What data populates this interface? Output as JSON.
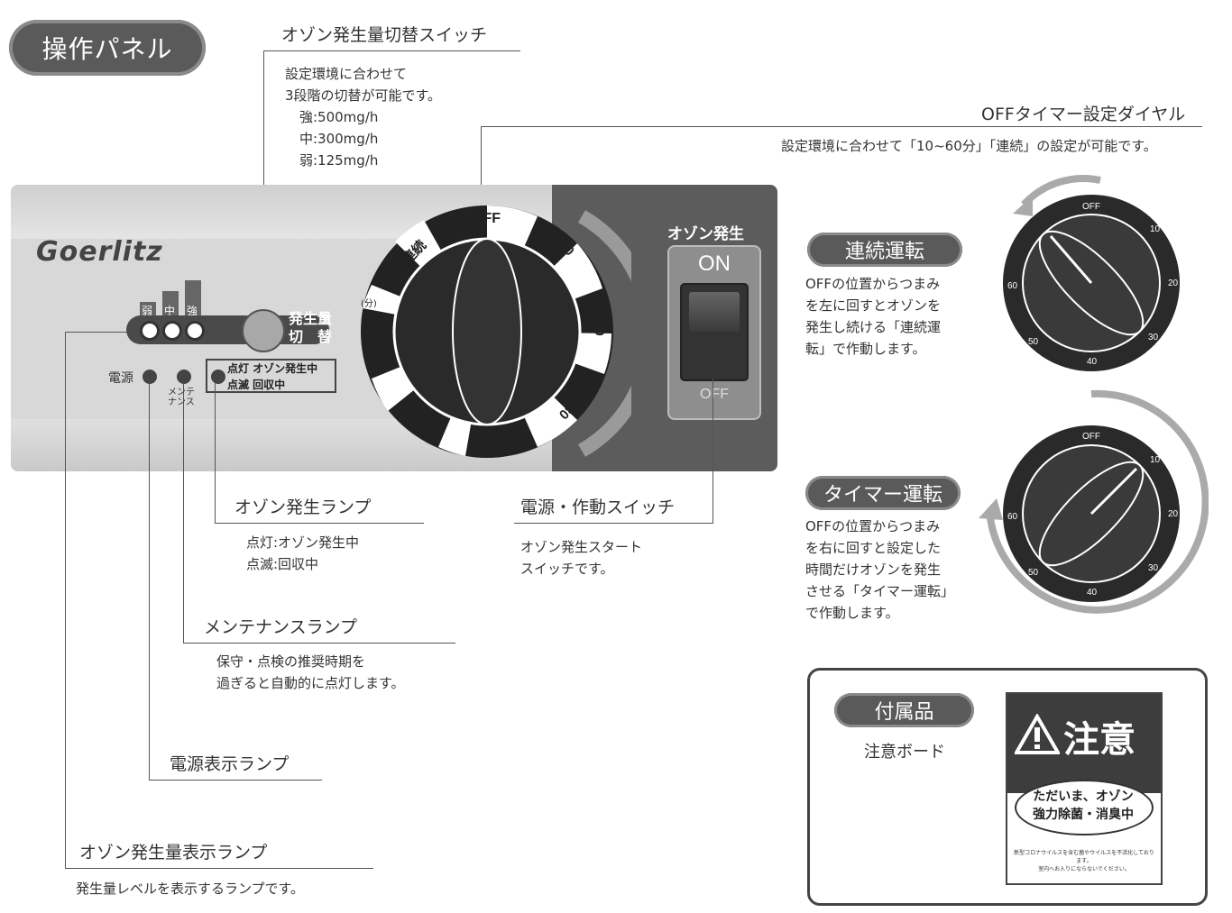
{
  "header": {
    "title": "操作パネル"
  },
  "switch_level": {
    "title": "オゾン発生量切替スイッチ",
    "body": [
      "設定環境に合わせて",
      "3段階の切替が可能です。",
      "強:500mg/h",
      "中:300mg/h",
      "弱:125mg/h"
    ]
  },
  "timer_dial": {
    "title": "OFFタイマー設定ダイヤル",
    "body": "設定環境に合わせて「10~60分」「連続」の設定が可能です。"
  },
  "panel": {
    "logo": "Goerlitz",
    "level_labels": [
      "弱",
      "中",
      "強"
    ],
    "level_switch_label": [
      "発生量",
      "切　替"
    ],
    "power_label": "電源",
    "maint_label": "メンテナンス",
    "status_legend": [
      "点灯 オゾン発生中",
      "点滅 回収中"
    ],
    "dial_labels": [
      "OFF",
      "10",
      "20",
      "30",
      "40",
      "50",
      "60",
      "(分)",
      "連続"
    ],
    "switch_title": "オゾン発生",
    "switch_on": "ON",
    "switch_off": "OFF"
  },
  "continuous": {
    "title": "連続運転",
    "body": [
      "OFFの位置からつまみ",
      "を左に回すとオゾンを",
      "発生し続ける「連続運",
      "転」で作動します。"
    ]
  },
  "timer_mode": {
    "title": "タイマー運転",
    "body": [
      "OFFの位置からつまみ",
      "を右に回すと設定した",
      "時間だけオゾンを発生",
      "させる「タイマー運転」",
      "で作動します。"
    ]
  },
  "ozone_lamp": {
    "title": "オゾン発生ランプ",
    "body": [
      "点灯:オゾン発生中",
      "点滅:回収中"
    ]
  },
  "power_switch": {
    "title": "電源・作動スイッチ",
    "body": [
      "オゾン発生スタート",
      "スイッチです。"
    ]
  },
  "maint_lamp": {
    "title": "メンテナンスランプ",
    "body": [
      "保守・点検の推奨時期を",
      "過ぎると自動的に点灯します。"
    ]
  },
  "power_lamp": {
    "title": "電源表示ランプ"
  },
  "level_lamp": {
    "title": "オゾン発生量表示ランプ",
    "body": "発生量レベルを表示するランプです。"
  },
  "accessory": {
    "title": "付属品",
    "item": "注意ボード",
    "board_title": "注意",
    "board_text": [
      "ただいま、オゾン",
      "強力除菌・消臭中"
    ],
    "board_small": [
      "新型コロナウイルスを含む菌やウイルスを不活化しております。",
      "室内へお入りにならないでください。"
    ]
  }
}
